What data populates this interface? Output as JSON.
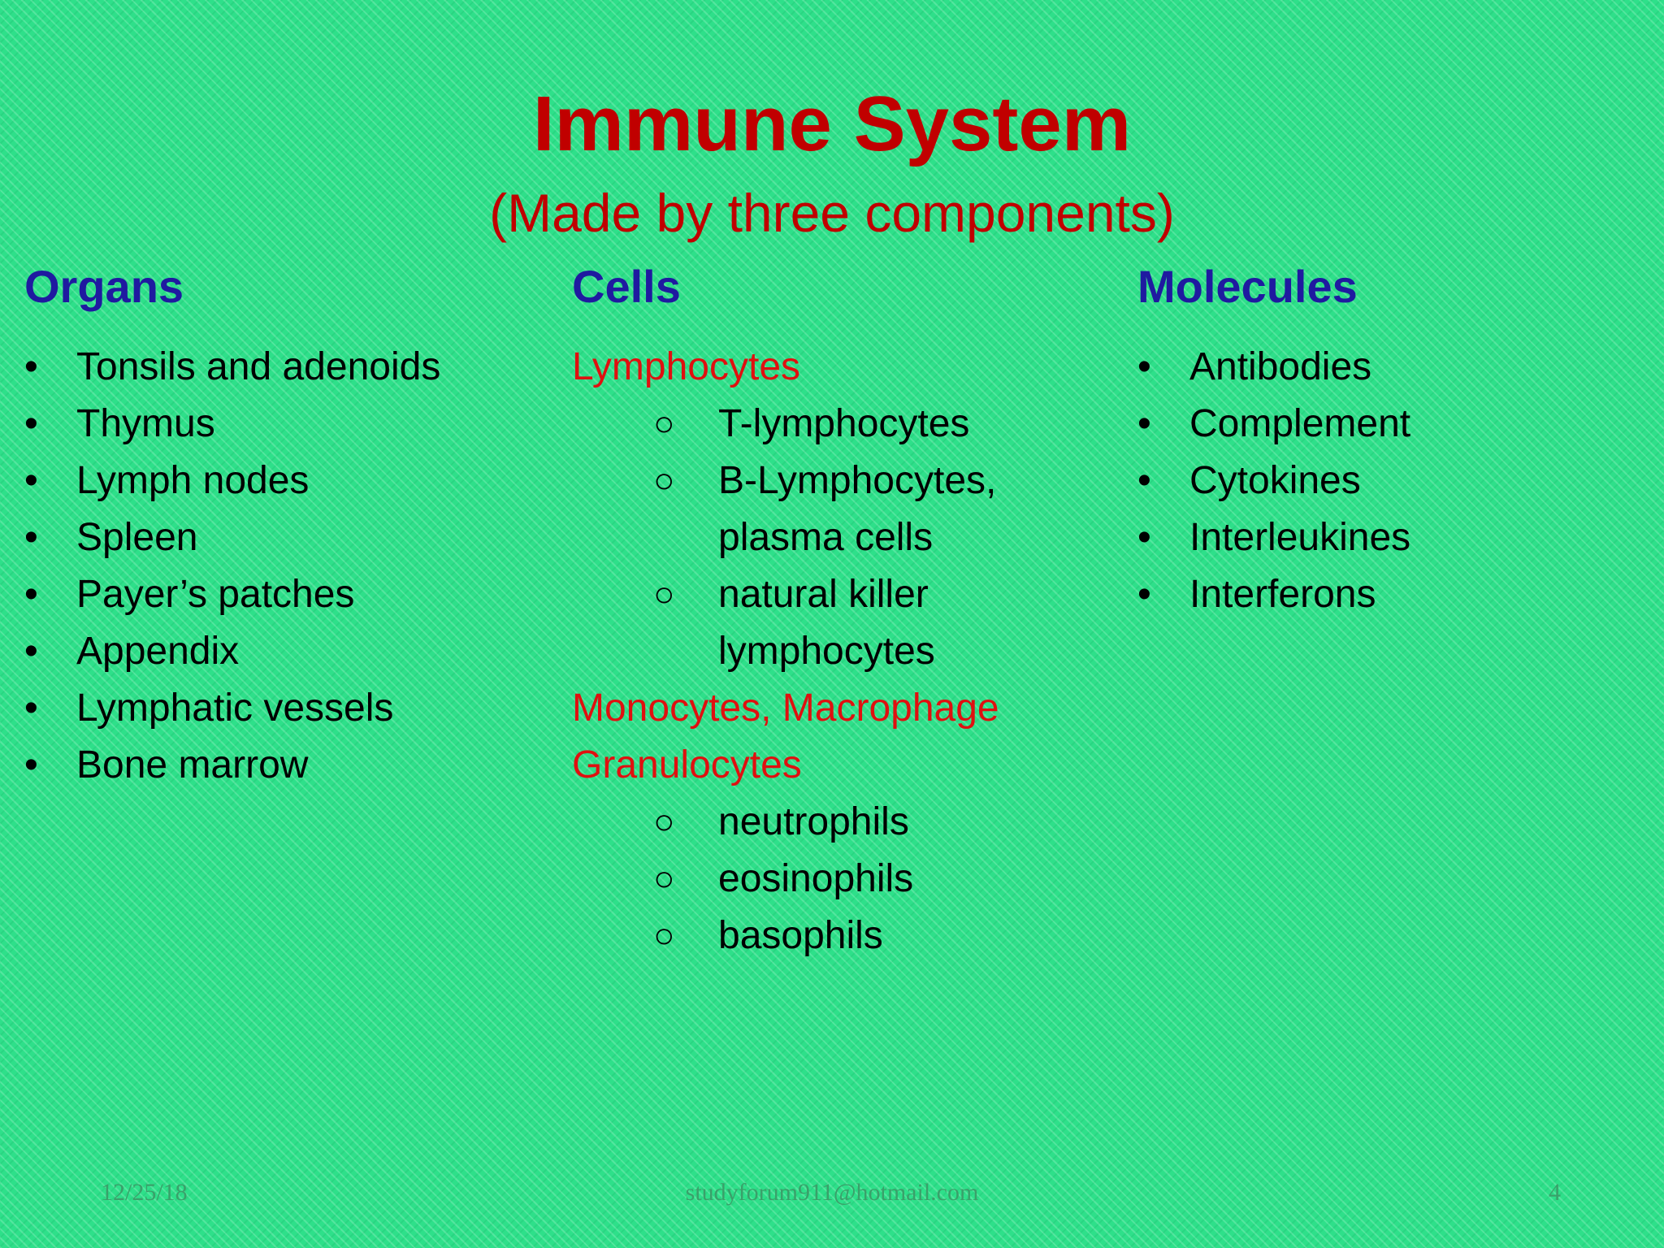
{
  "slide": {
    "title": "Immune System",
    "subtitle": "(Made by three components)",
    "colors": {
      "title": "#c00000",
      "column_header": "#1f1aa0",
      "cell_group_heading": "#e01010",
      "body_text": "#000000",
      "background": "#2ee08a"
    }
  },
  "organs": {
    "header": "Organs",
    "bullet": "•",
    "items": [
      "Tonsils and adenoids",
      "Thymus",
      "Lymph nodes",
      "Spleen",
      "Payer’s patches",
      "Appendix",
      "Lymphatic vessels",
      "Bone marrow"
    ]
  },
  "cells": {
    "header": "Cells",
    "sub_bullet": "○",
    "lymphocytes": {
      "heading": "Lymphocytes",
      "items": [
        [
          "T-lymphocytes"
        ],
        [
          "B-Lymphocytes,",
          "plasma cells"
        ],
        [
          "natural killer",
          "lymphocytes"
        ]
      ]
    },
    "monocytes": {
      "heading": "Monocytes, Macrophage"
    },
    "granulocytes": {
      "heading": "Granulocytes",
      "items": [
        [
          "neutrophils"
        ],
        [
          "eosinophils"
        ],
        [
          "basophils"
        ]
      ]
    }
  },
  "molecules": {
    "header": "Molecules",
    "bullet": "•",
    "items": [
      "Antibodies",
      "Complement",
      "Cytokines",
      "Interleukines",
      "Interferons"
    ]
  },
  "footer": {
    "date": "12/25/18",
    "email": "studyforum911@hotmail.com",
    "page_number": "4"
  }
}
